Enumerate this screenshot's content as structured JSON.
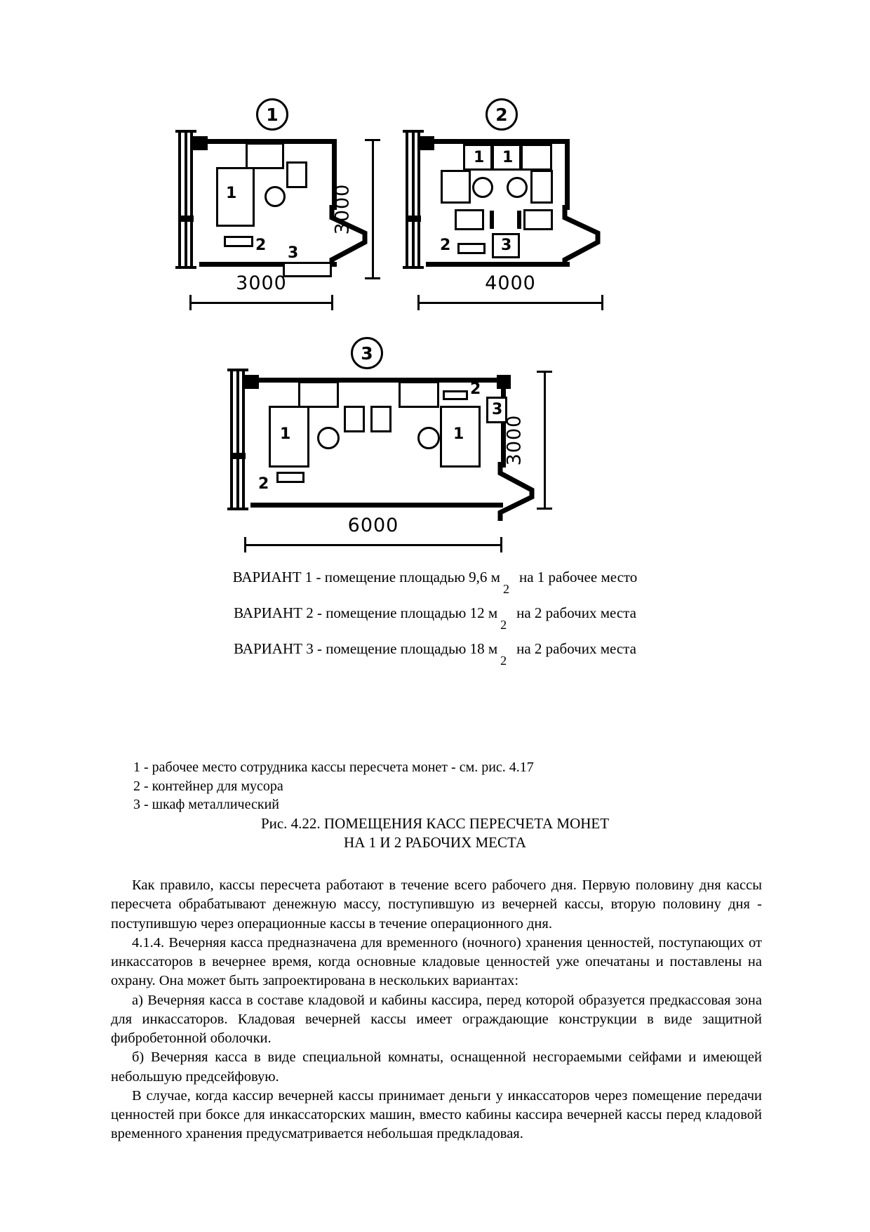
{
  "figure": {
    "plans": [
      {
        "tag": "1",
        "width_label": "3000",
        "height_label": "3000",
        "item_labels": [
          "1",
          "2",
          "3"
        ]
      },
      {
        "tag": "2",
        "width_label": "4000",
        "height_label": "3000",
        "item_labels": [
          "1",
          "1",
          "2",
          "3"
        ]
      },
      {
        "tag": "3",
        "width_label": "6000",
        "height_label": "3000",
        "item_labels": [
          "1",
          "1",
          "2",
          "2",
          "3"
        ]
      }
    ]
  },
  "variants": [
    {
      "prefix": "ВАРИАНТ 1 - помещение площадью 9,6 м",
      "sup": "2",
      "suffix": "на 1 рабочее место"
    },
    {
      "prefix": "ВАРИАНТ 2 - помещение площадью 12 м",
      "sup": "2",
      "suffix": "на 2 рабочих места"
    },
    {
      "prefix": "ВАРИАНТ 3 - помещение площадью 18 м",
      "sup": "2",
      "suffix": "на 2 рабочих места"
    }
  ],
  "legend": [
    "1 - рабочее место сотрудника кассы пересчета монет - см. рис. 4.17",
    "2 - контейнер для мусора",
    "3 - шкаф металлический"
  ],
  "caption": {
    "line1": "Рис. 4.22. ПОМЕЩЕНИЯ КАСС ПЕРЕСЧЕТА МОНЕТ",
    "line2": "НА 1 И 2 РАБОЧИХ МЕСТА"
  },
  "body": {
    "p1": "Как правило, кассы пересчета работают в течение всего рабочего дня. Первую половину дня кассы пересчета обрабатывают денежную массу, поступившую из вечерней кассы, вторую половину дня - поступившую через операционные кассы в течение операционного дня.",
    "p2": "4.1.4. Вечерняя касса предназначена для временного (ночного) хранения ценностей, поступающих от инкассаторов в вечернее время, когда основные кладовые ценностей уже опечатаны и поставлены на охрану. Она может быть запроектирована в нескольких вариантах:",
    "p3": "а) Вечерняя касса в составе кладовой и кабины кассира, перед которой образуется предкассовая зона для инкассаторов. Кладовая вечерней кассы имеет ограждающие конструкции в виде защитной фибробетонной оболочки.",
    "p4": "б) Вечерняя касса в виде специальной комнаты, оснащенной несгораемыми сейфами и имеющей небольшую предсейфовую.",
    "p5": "В случае, когда кассир вечерней кассы принимает деньги у инкассаторов через помещение передачи ценностей при боксе для инкассаторских машин, вместо кабины кассира вечерней кассы перед кладовой временного хранения предусматривается небольшая предкладовая."
  }
}
